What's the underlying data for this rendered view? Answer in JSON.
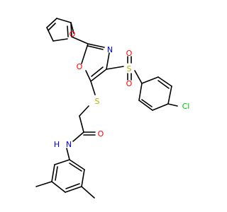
{
  "molecule": {
    "atoms": {
      "furan_o": "O",
      "oxazole_o": "O",
      "oxazole_n": "N",
      "thioether_s": "S",
      "sulfonyl_s": "S",
      "sulfonyl_o1": "O",
      "sulfonyl_o2": "O",
      "carbonyl_o": "O",
      "amide_n": "N",
      "amide_h": "H",
      "chlorine": "Cl"
    },
    "colors": {
      "carbon_bond": "#000000",
      "oxygen": "#ff0000",
      "nitrogen": "#0000ff",
      "sulfur": "#b2b200",
      "chlorine": "#00c800"
    }
  }
}
